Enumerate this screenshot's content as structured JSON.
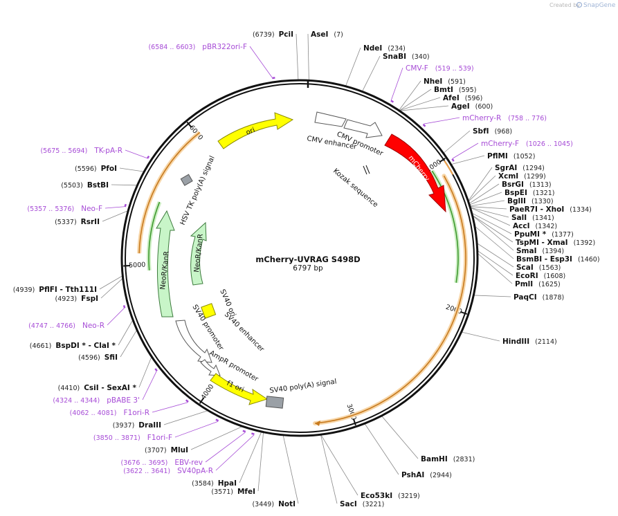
{
  "credit": {
    "prefix": "Created by",
    "brand": "SnapGene"
  },
  "plasmid": {
    "name": "mCherry-UVRAG S498D",
    "length_label": "6797 bp",
    "length": 6797
  },
  "ticks": [
    {
      "pos": 1000,
      "label": "1000"
    },
    {
      "pos": 2000,
      "label": "2000"
    },
    {
      "pos": 3000,
      "label": "3000"
    },
    {
      "pos": 4000,
      "label": "4000"
    },
    {
      "pos": 5000,
      "label": "5000"
    },
    {
      "pos": 6000,
      "label": "6000"
    }
  ],
  "sites": [
    {
      "id": "pcii",
      "name": "PciI",
      "pos": "(6739)",
      "value": 6739
    },
    {
      "id": "asei",
      "name": "AseI",
      "pos": "(7)",
      "value": 7
    },
    {
      "id": "ndei",
      "name": "NdeI",
      "pos": "(234)",
      "value": 234
    },
    {
      "id": "snabi",
      "name": "SnaBI",
      "pos": "(340)",
      "value": 340
    },
    {
      "id": "nhei",
      "name": "NheI",
      "pos": "(591)",
      "value": 591
    },
    {
      "id": "bmti",
      "name": "BmtI",
      "pos": "(595)",
      "value": 595
    },
    {
      "id": "afei",
      "name": "AfeI",
      "pos": "(596)",
      "value": 596
    },
    {
      "id": "agei",
      "name": "AgeI",
      "pos": "(600)",
      "value": 600
    },
    {
      "id": "sbfi",
      "name": "SbfI",
      "pos": "(968)",
      "value": 968
    },
    {
      "id": "pflmi",
      "name": "PflMI",
      "pos": "(1052)",
      "value": 1052
    },
    {
      "id": "sgrai",
      "name": "SgrAI",
      "pos": "(1294)",
      "value": 1294
    },
    {
      "id": "xcmi",
      "name": "XcmI",
      "pos": "(1299)",
      "value": 1299
    },
    {
      "id": "bsrgi",
      "name": "BsrGI",
      "pos": "(1313)",
      "value": 1313
    },
    {
      "id": "bspei",
      "name": "BspEI",
      "pos": "(1321)",
      "value": 1321
    },
    {
      "id": "bglii",
      "name": "BglII",
      "pos": "(1330)",
      "value": 1330
    },
    {
      "id": "paer7i",
      "name": "PaeR7I  - XhoI",
      "pos": "(1334)",
      "value": 1334
    },
    {
      "id": "sali",
      "name": "SalI",
      "pos": "(1341)",
      "value": 1341
    },
    {
      "id": "acci",
      "name": "AccI",
      "pos": "(1342)",
      "value": 1342
    },
    {
      "id": "ppumi",
      "name": "PpuMI *",
      "pos": "(1377)",
      "value": 1377
    },
    {
      "id": "tspmi",
      "name": "TspMI  - XmaI",
      "pos": "(1392)",
      "value": 1392
    },
    {
      "id": "smai",
      "name": "SmaI",
      "pos": "(1394)",
      "value": 1394
    },
    {
      "id": "bsmbi",
      "name": "BsmBI  - Esp3I",
      "pos": "(1460)",
      "value": 1460
    },
    {
      "id": "scai",
      "name": "ScaI",
      "pos": "(1563)",
      "value": 1563
    },
    {
      "id": "ecori",
      "name": "EcoRI",
      "pos": "(1608)",
      "value": 1608
    },
    {
      "id": "pmli",
      "name": "PmlI",
      "pos": "(1625)",
      "value": 1625
    },
    {
      "id": "paqci",
      "name": "PaqCI",
      "pos": "(1878)",
      "value": 1878
    },
    {
      "id": "hindiii",
      "name": "HindIII",
      "pos": "(2114)",
      "value": 2114
    },
    {
      "id": "bamhi",
      "name": "BamHI",
      "pos": "(2831)",
      "value": 2831
    },
    {
      "id": "pshai",
      "name": "PshAI",
      "pos": "(2944)",
      "value": 2944
    },
    {
      "id": "eco53ki",
      "name": "Eco53kI",
      "pos": "(3219)",
      "value": 3219
    },
    {
      "id": "saci",
      "name": "SacI",
      "pos": "(3221)",
      "value": 3221
    },
    {
      "id": "noti",
      "name": "NotI",
      "pos": "(3449)",
      "value": 3449
    },
    {
      "id": "mfei",
      "name": "MfeI",
      "pos": "(3571)",
      "value": 3571
    },
    {
      "id": "hpai",
      "name": "HpaI",
      "pos": "(3584)",
      "value": 3584
    },
    {
      "id": "mlui",
      "name": "MluI",
      "pos": "(3707)",
      "value": 3707
    },
    {
      "id": "draiii",
      "name": "DraIII",
      "pos": "(3937)",
      "value": 3937
    },
    {
      "id": "csii",
      "name": "CsiI  - SexAI *",
      "pos": "(4410)",
      "value": 4410
    },
    {
      "id": "sfii",
      "name": "SfiI",
      "pos": "(4596)",
      "value": 4596
    },
    {
      "id": "bspdi",
      "name": "BspDI *  - ClaI *",
      "pos": "(4661)",
      "value": 4661
    },
    {
      "id": "fspi",
      "name": "FspI",
      "pos": "(4923)",
      "value": 4923
    },
    {
      "id": "pflfi",
      "name": "PflFI  - Tth111I",
      "pos": "(4939)",
      "value": 4939
    },
    {
      "id": "rsrii",
      "name": "RsrII",
      "pos": "(5337)",
      "value": 5337
    },
    {
      "id": "bstbi",
      "name": "BstBI",
      "pos": "(5503)",
      "value": 5503
    },
    {
      "id": "pfoi",
      "name": "PfoI",
      "pos": "(5596)",
      "value": 5596
    }
  ],
  "primers": [
    {
      "id": "pbr322ori-f",
      "name": "pBR322ori-F",
      "range": "(6584 .. 6603)",
      "start": 6584
    },
    {
      "id": "cmv-f",
      "name": "CMV-F",
      "range": "(519 .. 539)",
      "start": 519
    },
    {
      "id": "mcherry-r",
      "name": "mCherry-R",
      "range": "(758 .. 776)",
      "start": 758
    },
    {
      "id": "mcherry-f",
      "name": "mCherry-F",
      "range": "(1026 .. 1045)",
      "start": 1026
    },
    {
      "id": "tk-pa-r",
      "name": "TK-pA-R",
      "range": "(5675 .. 5694)",
      "start": 5675
    },
    {
      "id": "neo-f",
      "name": "Neo-F",
      "range": "(5357 .. 5376)",
      "start": 5357
    },
    {
      "id": "neo-r",
      "name": "Neo-R",
      "range": "(4747 .. 4766)",
      "start": 4747
    },
    {
      "id": "pbabe3",
      "name": "pBABE 3'",
      "range": "(4324 .. 4344)",
      "start": 4324
    },
    {
      "id": "f1ori-r",
      "name": "F1ori-R",
      "range": "(4062 .. 4081)",
      "start": 4062
    },
    {
      "id": "f1ori-f",
      "name": "F1ori-F",
      "range": "(3850 .. 3871)",
      "start": 3850
    },
    {
      "id": "ebv-rev",
      "name": "EBV-rev",
      "range": "(3676 .. 3695)",
      "start": 3676
    },
    {
      "id": "sv40pa-r",
      "name": "SV40pA-R",
      "range": "(3622 .. 3641)",
      "start": 3622
    }
  ],
  "features": [
    {
      "id": "cmv-enhancer",
      "name": "CMV enhancer"
    },
    {
      "id": "cmv-promoter",
      "name": "CMV promoter"
    },
    {
      "id": "mcherry",
      "name": "mCherry"
    },
    {
      "id": "kozak",
      "name": "Kozak sequence"
    },
    {
      "id": "ori",
      "name": "ori"
    },
    {
      "id": "hsv-tk-polya",
      "name": "HSV TK poly(A) signal"
    },
    {
      "id": "neokan-outer",
      "name": "NeoR/KanR"
    },
    {
      "id": "neokan-inner",
      "name": "NeoR/KanR"
    },
    {
      "id": "sv40-ori",
      "name": "SV40 ori"
    },
    {
      "id": "sv40-enhancer",
      "name": "SV40 enhancer"
    },
    {
      "id": "sv40-promoter",
      "name": "SV40 promoter"
    },
    {
      "id": "ampr-promoter",
      "name": "AmpR promoter"
    },
    {
      "id": "f1-ori",
      "name": "f1 ori"
    },
    {
      "id": "sv40-polya",
      "name": "SV40 poly(A) signal"
    }
  ],
  "colors": {
    "primer": "#a64bd6",
    "ori": "#ffff00",
    "mcherry": "#ff0000",
    "neo": "#c8f5c8",
    "orf_orange": "#f0a24a",
    "orf_green": "#4bbf3a",
    "polya": "#9aa0a6",
    "promoter": "#ffffff"
  }
}
